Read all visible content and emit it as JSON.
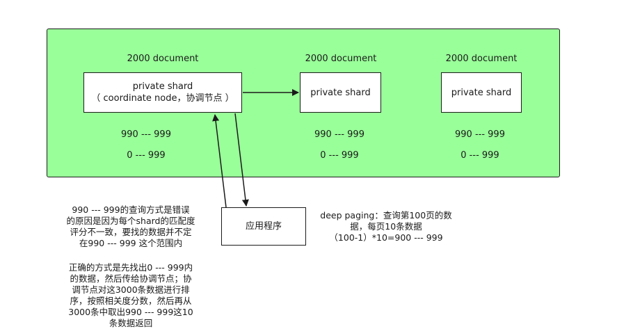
{
  "cluster": {
    "shards": [
      {
        "doc_count": "2000 document",
        "title": "private shard",
        "subtitle": "（ coordinate node，协调节点 ）",
        "range_a": "990 --- 999",
        "range_b": "0 --- 999"
      },
      {
        "doc_count": "2000 document",
        "title": "private shard",
        "subtitle": "",
        "range_a": "990 --- 999",
        "range_b": "0 --- 999"
      },
      {
        "doc_count": "2000 document",
        "title": "private shard",
        "subtitle": "",
        "range_a": "990 --- 999",
        "range_b": "0 --- 999"
      }
    ]
  },
  "app": {
    "label": "应用程序"
  },
  "notes": {
    "wrong_way": [
      "990 --- 999的查询方式是错误",
      "的原因是因为每个shard的匹配度",
      "评分不一致，要找的数据并不定",
      "在990 --- 999 这个范围内"
    ],
    "right_way": [
      "正确的方式是先找出0 --- 999内",
      "的数据，然后传给协调节点；协",
      "调节点对这3000条数据进行排",
      "序，按照相关度分数，然后再从",
      "3000条中取出990 --- 999这10",
      "条数据返回"
    ],
    "deep_paging": [
      "deep paging：查询第100页的数",
      "据，每页10条数据",
      "（100-1）*10=900 --- 999"
    ]
  },
  "colors": {
    "cluster_fill": "#99ff99",
    "stroke": "#1a1a1a"
  }
}
